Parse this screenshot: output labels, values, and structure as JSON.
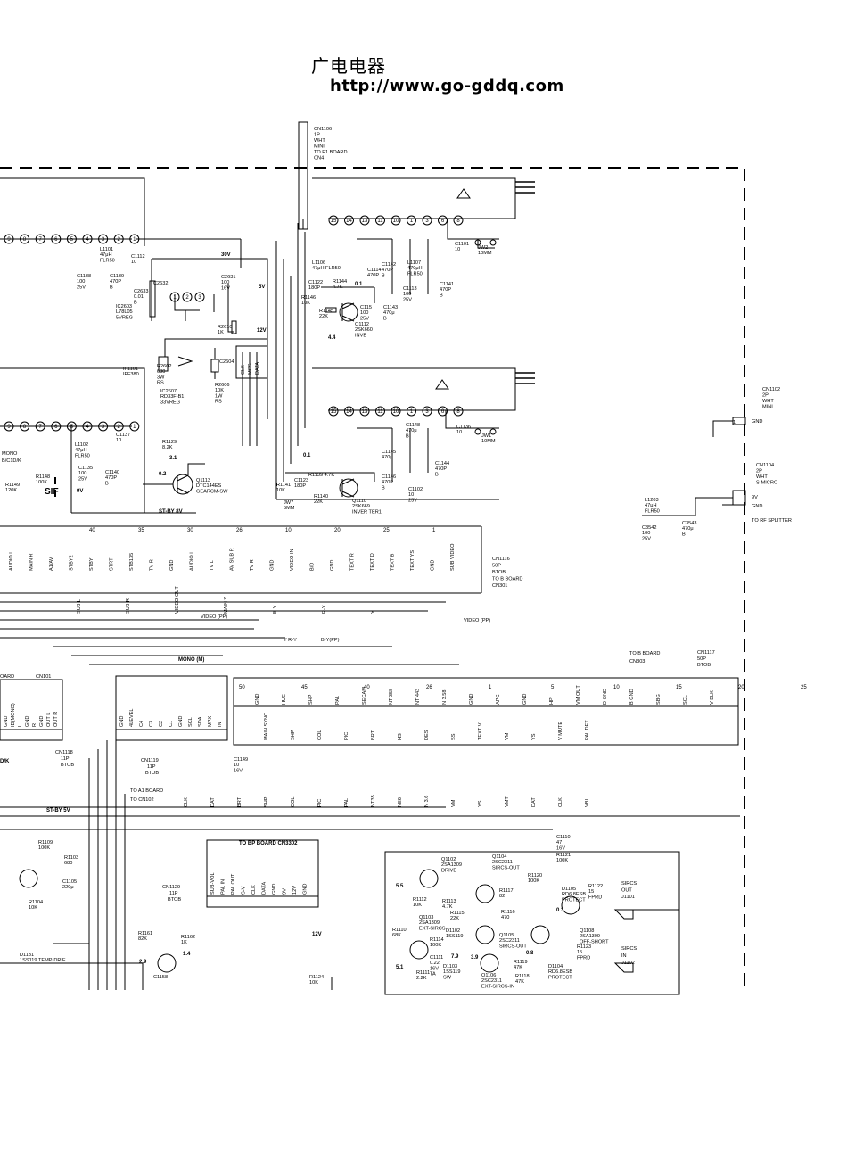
{
  "header": {
    "site_name_cn": "广电电器",
    "url": "http://www.go-gddq.com"
  },
  "connectors": {
    "cn1106": [
      "CN1106",
      "1P",
      "WHT",
      "MINI",
      "TO E1 BOARD",
      "CN4"
    ],
    "cn1102": [
      "CN1102",
      "2P",
      "WHT",
      "MINI"
    ],
    "cn1104": [
      "CN1104",
      "2P",
      "WHT",
      "S-MICRO"
    ],
    "cn1104_pins": [
      "9V",
      "GND"
    ],
    "to_rf_splitter": "TO RF SPLITTER",
    "cn1116": [
      "CN1116",
      "50P",
      "BTOB",
      "TO B BOARD",
      "CN301"
    ],
    "cn1117": [
      "CN1117",
      "50P",
      "BTOB"
    ],
    "cn1117_dest": [
      "TO B BOARD",
      "CN303"
    ],
    "cn1118": [
      "CN1118",
      "11P",
      "BTOB"
    ],
    "cn1119": [
      "CN1119",
      "11P",
      "BTOB"
    ],
    "cn101": "CN101",
    "to_a1": [
      "TO A1 BOARD",
      "TO CN102"
    ],
    "to_bp": "TO BP BOARD CN3302",
    "cn1129": [
      "CN1129",
      "11P",
      "BTOB"
    ],
    "j1101": [
      "SIRCS",
      "OUT",
      "J1101"
    ],
    "j1102": [
      "SIRCS",
      "IN",
      "J1102"
    ]
  },
  "components": [
    {
      "id": "ic2603",
      "lines": [
        "IC2603",
        "L78L05",
        "5VREG"
      ]
    },
    {
      "id": "ic2607",
      "lines": [
        "IC2607",
        "RD33F-B1",
        "33VREG"
      ]
    },
    {
      "id": "if1101",
      "lines": [
        "IF1101",
        "IFF380"
      ]
    },
    {
      "id": "q1113",
      "lines": [
        "Q1113",
        "DTC144ES",
        "GEARCM-SW"
      ]
    },
    {
      "id": "q1112",
      "lines": [
        "Q1112",
        "2SK660",
        "INVE"
      ]
    },
    {
      "id": "q1110",
      "lines": [
        "Q1110",
        "2SK669",
        "INVER TER1"
      ]
    },
    {
      "id": "q1102",
      "lines": [
        "Q1102",
        "2SA1309",
        "DRIVE"
      ]
    },
    {
      "id": "q1104",
      "lines": [
        "Q1104",
        "2SC2311",
        "SIRCS-OUT"
      ]
    },
    {
      "id": "q1103",
      "lines": [
        "Q1103",
        "2SA1309",
        "EXT-SIRCS"
      ]
    },
    {
      "id": "q1105",
      "lines": [
        "Q1105",
        "2SC2311",
        "SIRCS-OUT"
      ]
    },
    {
      "id": "q1106",
      "lines": [
        "Q1106",
        "2SC2311",
        "EXT-SIRCS-IN"
      ]
    },
    {
      "id": "q1108",
      "lines": [
        "Q1108",
        "2SA1309",
        "OFF-SHORT"
      ]
    },
    {
      "id": "d1105",
      "lines": [
        "D1105",
        "RD6.8ESB",
        "PROTECT"
      ]
    },
    {
      "id": "d1104",
      "lines": [
        "D1104",
        "RD6.8ESB",
        "PROTECT"
      ]
    },
    {
      "id": "d1131",
      "lines": [
        "D1131",
        "1SS119 TEMP-DRIF"
      ]
    },
    {
      "id": "d1102",
      "lines": [
        "D1102",
        "1SS119"
      ]
    },
    {
      "id": "d1103",
      "lines": [
        "D1103",
        "1SS119",
        "SW"
      ]
    },
    {
      "id": "l1101",
      "lines": [
        "L1101",
        "47μH",
        "FLR50"
      ]
    },
    {
      "id": "l1102",
      "lines": [
        "L1102",
        "47μH",
        "FLR50"
      ]
    },
    {
      "id": "l1106",
      "lines": [
        "L1106",
        "47μH FLR50"
      ]
    },
    {
      "id": "l1107",
      "lines": [
        "L1107",
        "470μH",
        "FLR50"
      ]
    },
    {
      "id": "l1203",
      "lines": [
        "L1203",
        "47μH",
        "FLR50"
      ]
    },
    {
      "id": "jw2",
      "lines": [
        "JW2",
        "10MM"
      ]
    },
    {
      "id": "jw1",
      "lines": [
        "JW1",
        "10MM"
      ]
    },
    {
      "id": "jw7",
      "lines": [
        "JW7",
        "5MM"
      ]
    },
    {
      "id": "r2602",
      "lines": [
        "R2602",
        "680",
        "3W",
        "RS"
      ]
    },
    {
      "id": "r2606",
      "lines": [
        "R2606",
        "10K",
        "1W",
        "RS"
      ]
    },
    {
      "id": "r1129",
      "lines": [
        "R1129",
        "8.2K"
      ]
    },
    {
      "id": "r1149",
      "lines": [
        "R1149",
        "120K"
      ]
    },
    {
      "id": "r1148",
      "lines": [
        "R1148",
        "100K"
      ]
    },
    {
      "id": "r1145",
      "lines": [
        "R1145",
        "22K"
      ]
    },
    {
      "id": "r1146",
      "lines": [
        "R1146",
        "10K"
      ]
    },
    {
      "id": "r1144",
      "lines": [
        "R1144",
        "4.7K"
      ]
    },
    {
      "id": "r1141",
      "lines": [
        "R1141",
        "10K"
      ]
    },
    {
      "id": "r1140",
      "lines": [
        "R1140",
        "22K"
      ]
    },
    {
      "id": "r1139",
      "lines": [
        "R1139 4.7K"
      ]
    },
    {
      "id": "r2610",
      "lines": [
        "R2610",
        "1K"
      ]
    },
    {
      "id": "r1124",
      "lines": [
        "R1124",
        "10K"
      ]
    },
    {
      "id": "r1161",
      "lines": [
        "R1161",
        "82K"
      ]
    },
    {
      "id": "r1162",
      "lines": [
        "R1162",
        "1K"
      ]
    },
    {
      "id": "r1109",
      "lines": [
        "R1109",
        "100K"
      ]
    },
    {
      "id": "r1103",
      "lines": [
        "R1103",
        "680"
      ]
    },
    {
      "id": "r1104",
      "lines": [
        "R1104",
        "10K"
      ]
    },
    {
      "id": "r1120",
      "lines": [
        "R1120",
        "100K"
      ]
    },
    {
      "id": "r1121",
      "lines": [
        "R1121",
        "100K"
      ]
    },
    {
      "id": "r1117",
      "lines": [
        "R1117",
        "82"
      ]
    },
    {
      "id": "r1116",
      "lines": [
        "R1116",
        "470"
      ]
    },
    {
      "id": "r1113",
      "lines": [
        "R1113",
        "4.7K"
      ]
    },
    {
      "id": "r1115",
      "lines": [
        "R1115",
        "22K"
      ]
    },
    {
      "id": "r1114",
      "lines": [
        "R1114",
        "100K"
      ]
    },
    {
      "id": "r1112",
      "lines": [
        "R1112",
        "10K"
      ]
    },
    {
      "id": "r1110",
      "lines": [
        "R1110",
        "68K"
      ]
    },
    {
      "id": "r1111",
      "lines": [
        "R1111",
        "2.2K"
      ]
    },
    {
      "id": "r1119",
      "lines": [
        "R1119",
        "47K"
      ]
    },
    {
      "id": "r1118",
      "lines": [
        "R1118",
        "47K"
      ]
    },
    {
      "id": "r1122",
      "lines": [
        "R1122",
        "15",
        "FPRD"
      ]
    },
    {
      "id": "r1123",
      "lines": [
        "R1123",
        "15",
        "FPRD"
      ]
    },
    {
      "id": "c1112",
      "lines": [
        "C1112",
        "10"
      ]
    },
    {
      "id": "c1138",
      "lines": [
        "C1138",
        "100",
        "25V"
      ]
    },
    {
      "id": "c1139",
      "lines": [
        "C1139",
        "470P",
        "B"
      ]
    },
    {
      "id": "c2632",
      "lines": [
        "C2632"
      ]
    },
    {
      "id": "c2633",
      "lines": [
        "C2633",
        "0.01",
        "B"
      ]
    },
    {
      "id": "c2631",
      "lines": [
        "C2631",
        "100",
        "16V"
      ]
    },
    {
      "id": "c2604",
      "lines": [
        "C2604"
      ]
    },
    {
      "id": "c1137",
      "lines": [
        "C1137",
        "10"
      ]
    },
    {
      "id": "c1135",
      "lines": [
        "C1135",
        "100",
        "25V"
      ]
    },
    {
      "id": "c1140",
      "lines": [
        "C1140",
        "470P",
        "B"
      ]
    },
    {
      "id": "c1101",
      "lines": [
        "C1101",
        "10"
      ]
    },
    {
      "id": "c1142",
      "lines": [
        "C1142",
        "470P",
        "B"
      ]
    },
    {
      "id": "c1114",
      "lines": [
        "C1114",
        "470P"
      ]
    },
    {
      "id": "c1122",
      "lines": [
        "C1122",
        "180P"
      ]
    },
    {
      "id": "c1113",
      "lines": [
        "C1113",
        "100",
        "25V"
      ]
    },
    {
      "id": "c1141",
      "lines": [
        "C1141",
        "470P",
        "B"
      ]
    },
    {
      "id": "c1115",
      "lines": [
        "C115",
        "100",
        "25V"
      ]
    },
    {
      "id": "c1143",
      "lines": [
        "C1143",
        "470μ",
        "B"
      ]
    },
    {
      "id": "c1136",
      "lines": [
        "C1136",
        "10"
      ]
    },
    {
      "id": "c1148",
      "lines": [
        "C1148",
        "470μ",
        "B"
      ]
    },
    {
      "id": "c1145",
      "lines": [
        "C1145",
        "470μ"
      ]
    },
    {
      "id": "c1144",
      "lines": [
        "C1144",
        "470P",
        "B"
      ]
    },
    {
      "id": "c1146",
      "lines": [
        "C1146",
        "470P",
        "B"
      ]
    },
    {
      "id": "c1123",
      "lines": [
        "C1123",
        "180P"
      ]
    },
    {
      "id": "c1102",
      "lines": [
        "C1102",
        "10",
        "25V"
      ]
    },
    {
      "id": "c3542",
      "lines": [
        "C3542",
        "100",
        "25V"
      ]
    },
    {
      "id": "c3543",
      "lines": [
        "C3543",
        "470μ",
        "B"
      ]
    },
    {
      "id": "c1149",
      "lines": [
        "C1149",
        "10",
        "16V"
      ]
    },
    {
      "id": "c1110",
      "lines": [
        "C1110",
        "47",
        "16V"
      ]
    },
    {
      "id": "c1105",
      "lines": [
        "C1105",
        "220μ"
      ]
    },
    {
      "id": "c1111",
      "lines": [
        "C1111",
        "0.22",
        "16V",
        "TA"
      ]
    },
    {
      "id": "c1158",
      "lines": [
        "C1158"
      ]
    }
  ],
  "voltages": [
    "30V",
    "5V",
    "12V",
    "4.4",
    "0.2",
    "3.1",
    "0.1",
    "9V",
    "ST-BY 8V",
    "ST-BY 5V",
    "12V",
    "5.5",
    "5.1",
    "7.9",
    "3.9",
    "0.8",
    "0.3",
    "1.4",
    "2.9",
    "0.1"
  ],
  "markers": {
    "sif": "SIF",
    "mono_m": "MONO (M)",
    "video_pp": "VIDEO (PP)",
    "y_ry": "Y R-Y",
    "b_y_pp": "B-Y(PP)",
    "video_out": "VIDEO (PP)",
    "mono_label": [
      "MONO",
      "B/C1D/K"
    ],
    "hdr_fragment": "OARD",
    "dk": "D/K"
  },
  "cn1116_top_labels": [
    "AUDIO L",
    "MAIN R",
    "A1/AV",
    "STBY2",
    "STBY",
    "STRT",
    "STB135",
    "TV R",
    "GND",
    "AUDIO L",
    "TV L",
    "AV SUB R",
    "TV R",
    "GND",
    "VIDEO IN",
    "B/D",
    "GND",
    "TEXT R",
    "TEXT D",
    "TEXT B",
    "TEXT YS",
    "GND",
    "SUB VIDEO"
  ],
  "cn1116_bottom_labels": [
    "SUB L",
    "SUB R",
    "VIDEO OUT",
    "MAIN Y",
    "B-Y",
    "R-Y",
    "Y"
  ],
  "cn1116_pin_nums": [
    "40",
    "35",
    "30",
    "26",
    "10",
    "20",
    "25",
    "1"
  ],
  "cn1117_top_labels": [
    "GND",
    "HUE",
    "SHP",
    "PAL",
    "SECAM",
    "NT 358",
    "NT 443",
    "N 3.58",
    "GND",
    "APC",
    "GND",
    "HP",
    "VM OUT",
    "D GND",
    "B GND",
    "SBG",
    "SCL",
    "V BLK"
  ],
  "cn1117_bottom_labels": [
    "MAIN SYNC",
    "SHP",
    "COL",
    "PIC",
    "BRT",
    "HS",
    "DES",
    "SS",
    "TEXT V",
    "VM",
    "YS",
    "V MUTE",
    "PAL DET"
  ],
  "cn1117_pin_nums": [
    "50",
    "45",
    "40",
    "26",
    "1",
    "5",
    "10",
    "15",
    "20",
    "25"
  ],
  "cn1118_labels": [
    "GND",
    "ID(MONO)",
    "L",
    "GND",
    "R",
    "GND",
    "OUT L",
    "OUT R"
  ],
  "cn1119_labels": [
    "GND",
    "4LEVEL",
    "C4",
    "C3",
    "C2",
    "C1",
    "GND",
    "SCL",
    "SDA",
    "MPX",
    "IN"
  ],
  "cn1129_labels": [
    "SUB-VOL",
    "PAL IN",
    "PAL OUT",
    "S-V",
    "CLK",
    "DATA",
    "GND",
    "9V",
    "12V",
    "GND"
  ],
  "bus_labels": [
    "CLK",
    "DAT",
    "BRT",
    "SHP",
    "COL",
    "PIC",
    "PAL",
    "NT35",
    "NE6",
    "N 3.6",
    "VM",
    "YS",
    "VMT",
    "DAT",
    "CLK",
    "VBL"
  ],
  "ic_net_labels": [
    "CLK",
    "MCS",
    "DATA"
  ],
  "chain_top": [
    "9",
    "8",
    "7",
    "6",
    "5",
    "4",
    "3",
    "2",
    "1"
  ],
  "chain_mid": [
    "9",
    "8",
    "7",
    "6",
    "5",
    "4",
    "3",
    "2",
    "1"
  ],
  "block_top_pins": [
    "15",
    "14",
    "13",
    "11",
    "10",
    "1",
    "3",
    "6",
    "8"
  ],
  "block_mid_pins": [
    "15",
    "14",
    "13",
    "11",
    "10",
    "1",
    "3",
    "6",
    "8"
  ],
  "reg_pins": [
    "1",
    "2",
    "3"
  ]
}
